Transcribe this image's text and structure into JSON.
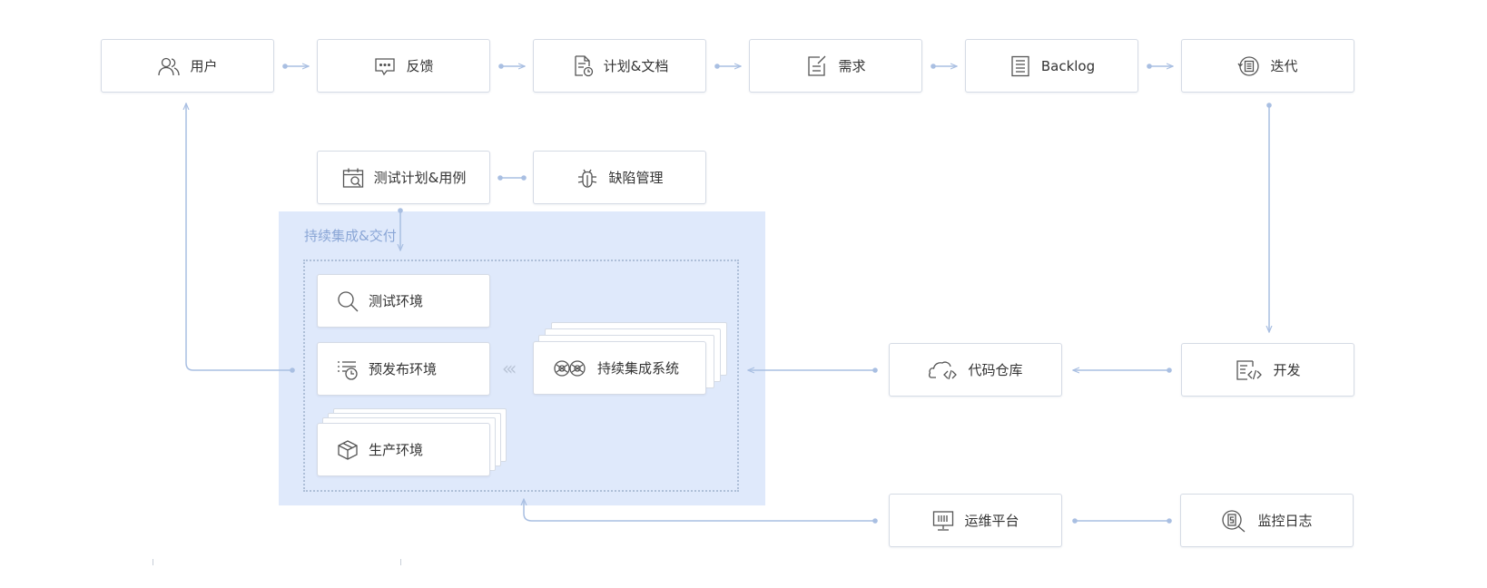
{
  "colors": {
    "connector": "#a9bfe2",
    "ci_zone": "#dfe9fb",
    "node_border": "#d5dbe5"
  },
  "pipeline": {
    "user": {
      "label": "用户",
      "icon": "users-icon"
    },
    "feedback": {
      "label": "反馈",
      "icon": "chat-icon"
    },
    "plan_docs": {
      "label": "计划&文档",
      "icon": "document-clock-icon"
    },
    "requirement": {
      "label": "需求",
      "icon": "edit-note-icon"
    },
    "backlog": {
      "label": "Backlog",
      "icon": "list-icon"
    },
    "iteration": {
      "label": "迭代",
      "icon": "cycle-icon"
    }
  },
  "testing": {
    "test_plan": {
      "label": "测试计划&用例",
      "icon": "calendar-check-icon"
    },
    "defects": {
      "label": "缺陷管理",
      "icon": "bug-icon"
    }
  },
  "ci": {
    "title": "持续集成&交付",
    "test_env": {
      "label": "测试环境",
      "icon": "search-icon"
    },
    "staging_env": {
      "label": "预发布环境",
      "icon": "list-clock-icon"
    },
    "prod_env": {
      "label": "生产环境",
      "icon": "package-icon"
    },
    "ci_system": {
      "label": "持续集成系统",
      "icon": "gears-icon"
    }
  },
  "dev": {
    "code_repo": {
      "label": "代码仓库",
      "icon": "cloud-code-icon"
    },
    "develop": {
      "label": "开发",
      "icon": "code-doc-icon"
    }
  },
  "ops": {
    "ops_platform": {
      "label": "运维平台",
      "icon": "monitor-icon"
    },
    "monitoring": {
      "label": "监控日志",
      "icon": "magnifier-log-icon"
    }
  }
}
